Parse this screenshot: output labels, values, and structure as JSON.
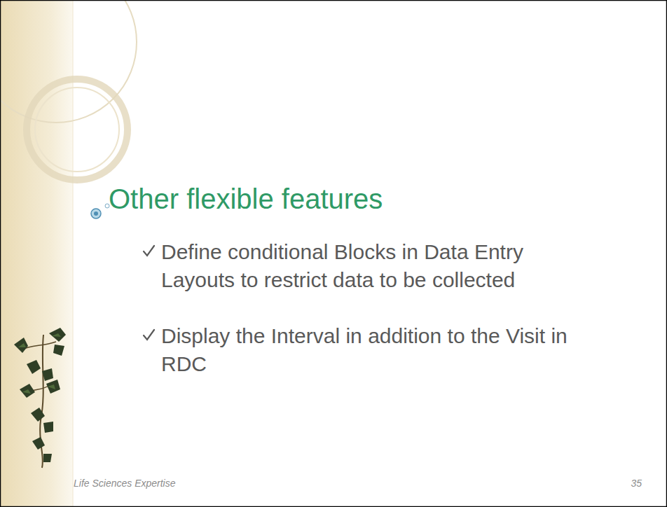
{
  "diagram": {
    "title": "Other flexible features",
    "labels": [
      "Define conditional Blocks in Data Entry Layouts to restrict data to be collected",
      "Display the Interval in addition to the Visit in RDC",
      "Life Sciences Expertise",
      "35"
    ]
  }
}
